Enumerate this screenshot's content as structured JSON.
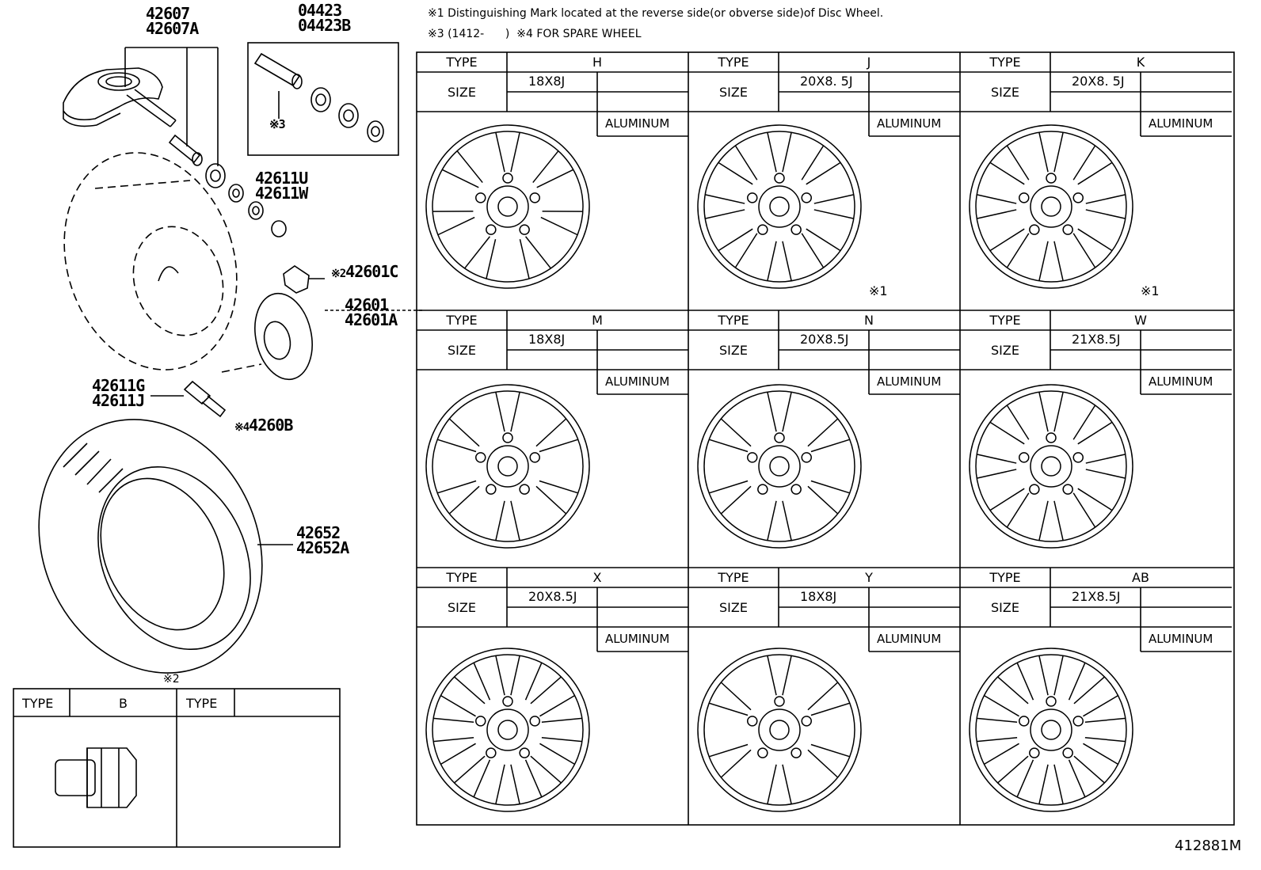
{
  "notes": {
    "note1": "※1 Distinguishing Mark located at the reverse side(or obverse side)of Disc Wheel.",
    "note3": "※3 (1412-      )  ※4 FOR SPARE WHEEL"
  },
  "parts": {
    "sensor_a": "42607",
    "sensor_b": "42607A",
    "valve_a": "04423",
    "valve_b": "04423B",
    "valve_marker": "※3",
    "cap_a": "42611U",
    "cap_b": "42611W",
    "lugnut_marker": "※2",
    "lugnut": "42601C",
    "wheel_a": "42601",
    "wheel_b": "42601A",
    "stem_a": "42611G",
    "stem_b": "42611J",
    "spare_marker": "※4",
    "spare": "4260B",
    "tire_a": "42652",
    "tire_b": "42652A"
  },
  "wheel_table": {
    "type_label": "TYPE",
    "size_label": "SIZE",
    "material_label": "ALUMINUM",
    "cells": [
      {
        "type": "H",
        "size": "18X8J",
        "mark": ""
      },
      {
        "type": "J",
        "size": "20X8. 5J",
        "mark": "※1"
      },
      {
        "type": "K",
        "size": "20X8. 5J",
        "mark": "※1"
      },
      {
        "type": "M",
        "size": "18X8J",
        "mark": ""
      },
      {
        "type": "N",
        "size": "20X8.5J",
        "mark": ""
      },
      {
        "type": "W",
        "size": "21X8.5J",
        "mark": ""
      },
      {
        "type": "X",
        "size": "20X8.5J",
        "mark": ""
      },
      {
        "type": "Y",
        "size": "18X8J",
        "mark": ""
      },
      {
        "type": "AB",
        "size": "21X8.5J",
        "mark": ""
      }
    ]
  },
  "nut_table": {
    "marker": "※2",
    "col1_label": "TYPE",
    "col1_value": "B",
    "col2_label": "TYPE",
    "col2_value": ""
  },
  "figure_id": "412881M"
}
